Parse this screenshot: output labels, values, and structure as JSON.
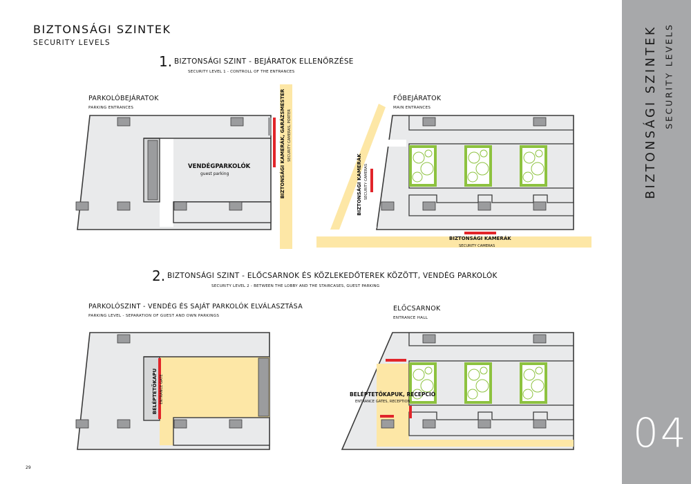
{
  "header": {
    "title": "BIZTONSÁGI SZINTEK",
    "subtitle": "SECURITY LEVELS"
  },
  "sidebar": {
    "title": "BIZTONSÁGI SZINTEK",
    "subtitle": "SECURITY LEVELS",
    "page_number": "04"
  },
  "folio": "29",
  "section1": {
    "number": "1.",
    "title": "BIZTONSÁGI SZINT - BEJÁRATOK ELLENŐRZÉSE",
    "subtitle": "SECURITY LEVEL 1 - CONTROLL OF THE ENTRANCES"
  },
  "section2": {
    "number": "2.",
    "title": "BIZTONSÁGI SZINT - ELŐCSARNOK ÉS KÖZLEKEDŐTEREK KÖZÖTT, VENDÉG PARKOLÓK",
    "subtitle": "SECURITY LEVEL 2 - BETWEEN THE LOBBY AND THE  STAIRCASES, GUEST PARKING"
  },
  "panels": {
    "parking_entrances": {
      "title": "PARKOLÓBEJÁRATOK",
      "subtitle": "PARKING ENTRANCES",
      "area_title": "VENDÉGPARKOLÓK",
      "area_subtitle": "guest parking",
      "camera_title": "BIZTONSÁGI KAMERÁK, GARÁZSMESTER",
      "camera_subtitle": "SECURITY CAMERAS, PORTER"
    },
    "main_entrances": {
      "title": "FŐBEJÁRATOK",
      "subtitle": "MAIN ENTRANCES",
      "camera_v_title": "BIZTONSÁGI KAMERÁK",
      "camera_v_subtitle": "SECURITY CAMERAS",
      "camera_h_title": "BIZTONSÁGI KAMERÁK",
      "camera_h_subtitle": "SECURITY CAMERAS"
    },
    "parking_level": {
      "title": "PARKOLÓSZINT - VENDÉG ÉS SAJÁT PARKOLÓK ELVÁLASZTÁSA",
      "subtitle": "PARKING LEVEL - SEPARATION OF GUEST AND OWN PARKINGS",
      "gate_title": "BELÉPTETŐKAPU",
      "gate_subtitle": "ENTRANCE GATE"
    },
    "entrance_hall": {
      "title": "ELŐCSARNOK",
      "subtitle": "ENTRANCE HALL",
      "gate_title": "BELÉPTETŐKAPUK, RECEPCIÓ",
      "gate_subtitle": "ENTRANCE GATES, RECEPTION"
    }
  },
  "colors": {
    "floor": "#e9eaeb",
    "outline": "#3a3a3a",
    "column": "#9b9c9e",
    "highlight": "#fde7a6",
    "security": "#e1252a",
    "green": "#8dc23f",
    "sidebar": "#a7a8aa"
  }
}
